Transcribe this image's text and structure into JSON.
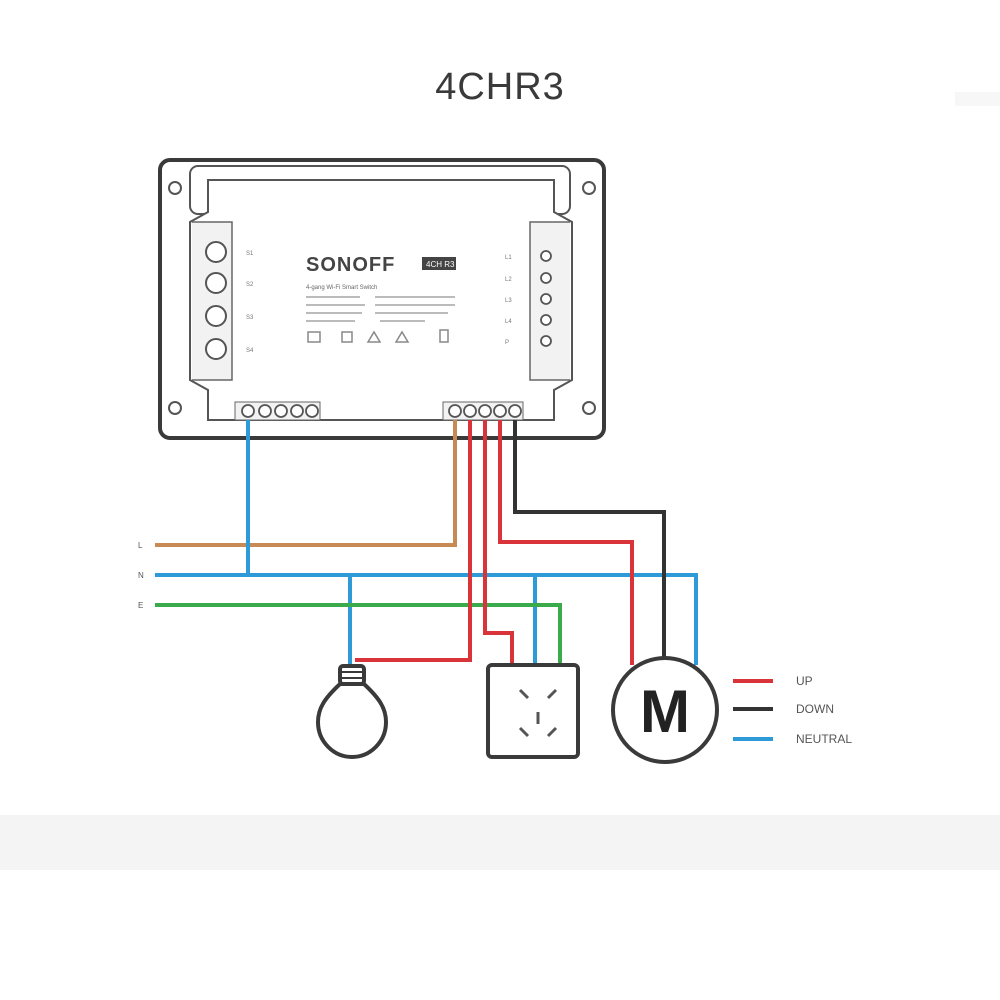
{
  "title": "4CHR3",
  "device": {
    "brand": "SONOFF",
    "badge": "4CH R3",
    "subtitle": "4-gang Wi-Fi Smart Switch",
    "buttons": [
      "S1",
      "S2",
      "S3",
      "S4"
    ],
    "leds": [
      "L1",
      "L2",
      "L3",
      "L4",
      "P"
    ]
  },
  "lines": {
    "L": "L",
    "N": "N",
    "E": "E"
  },
  "legend": [
    {
      "label": "UP",
      "color": "#d9343a"
    },
    {
      "label": "DOWN",
      "color": "#333333"
    },
    {
      "label": "NEUTRAL",
      "color": "#2e9ad8"
    }
  ],
  "motor_label": "M",
  "colors": {
    "live": "#c88a55",
    "neutral": "#2e9ad8",
    "earth": "#3aaa4a",
    "up": "#d9343a",
    "down": "#333333",
    "outline": "#3a3a3a"
  }
}
